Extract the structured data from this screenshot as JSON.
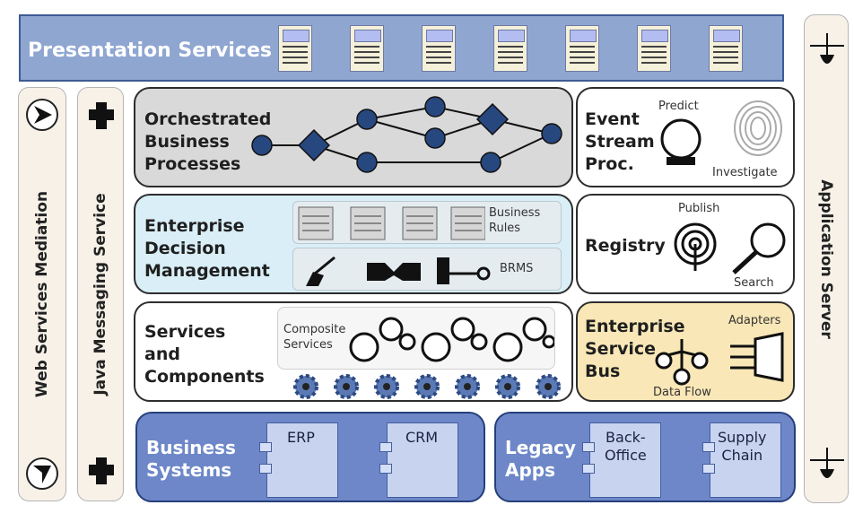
{
  "presentation": {
    "title": "Presentation Services"
  },
  "left_bars": {
    "web_services": "Web Services Mediation",
    "jms": "Java Messaging Service"
  },
  "right_bar": {
    "title": "Application Server"
  },
  "blocks": {
    "orchestrated": {
      "title": [
        "Orchestrated",
        "Business",
        "Processes"
      ]
    },
    "event": {
      "title": [
        "Event",
        "Stream",
        "Proc."
      ],
      "predict": "Predict",
      "investigate": "Investigate"
    },
    "decision": {
      "title": [
        "Enterprise",
        "Decision",
        "Management"
      ],
      "business_rules": [
        "Business",
        "Rules"
      ],
      "brms": "BRMS"
    },
    "registry": {
      "title": "Registry",
      "publish": "Publish",
      "search": "Search"
    },
    "services": {
      "title": [
        "Services",
        "and",
        "Components"
      ],
      "composite": [
        "Composite",
        "Services"
      ]
    },
    "esb": {
      "title": [
        "Enterprise",
        "Service",
        "Bus"
      ],
      "adapters": "Adapters",
      "data_flow": "Data Flow"
    }
  },
  "lower": {
    "business_systems": {
      "title": [
        "Business",
        "Systems"
      ],
      "components": [
        "ERP",
        "CRM"
      ]
    },
    "legacy_apps": {
      "title": [
        "Legacy",
        "Apps"
      ],
      "components": [
        [
          "Back-",
          "Office"
        ],
        [
          "Supply",
          "Chain"
        ]
      ]
    }
  }
}
